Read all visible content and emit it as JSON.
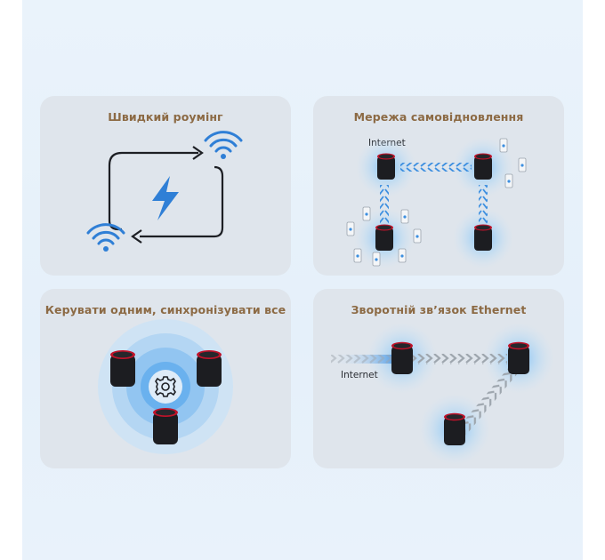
{
  "cards": [
    {
      "title": "Швидкий роумінг",
      "icon": "lightning-icon"
    },
    {
      "title": "Мережа самовідновлення",
      "label": "Internet"
    },
    {
      "title": "Керувати одним, синхронізувати все",
      "icon": "gear-icon"
    },
    {
      "title": "Зворотній зв’язок Ethernet",
      "label": "Internet"
    }
  ],
  "colors": {
    "title": "#8c6a44",
    "accent_blue": "#2f7fd6",
    "card_bg": "#dfe5ec",
    "router_ring": "#c0132a"
  }
}
